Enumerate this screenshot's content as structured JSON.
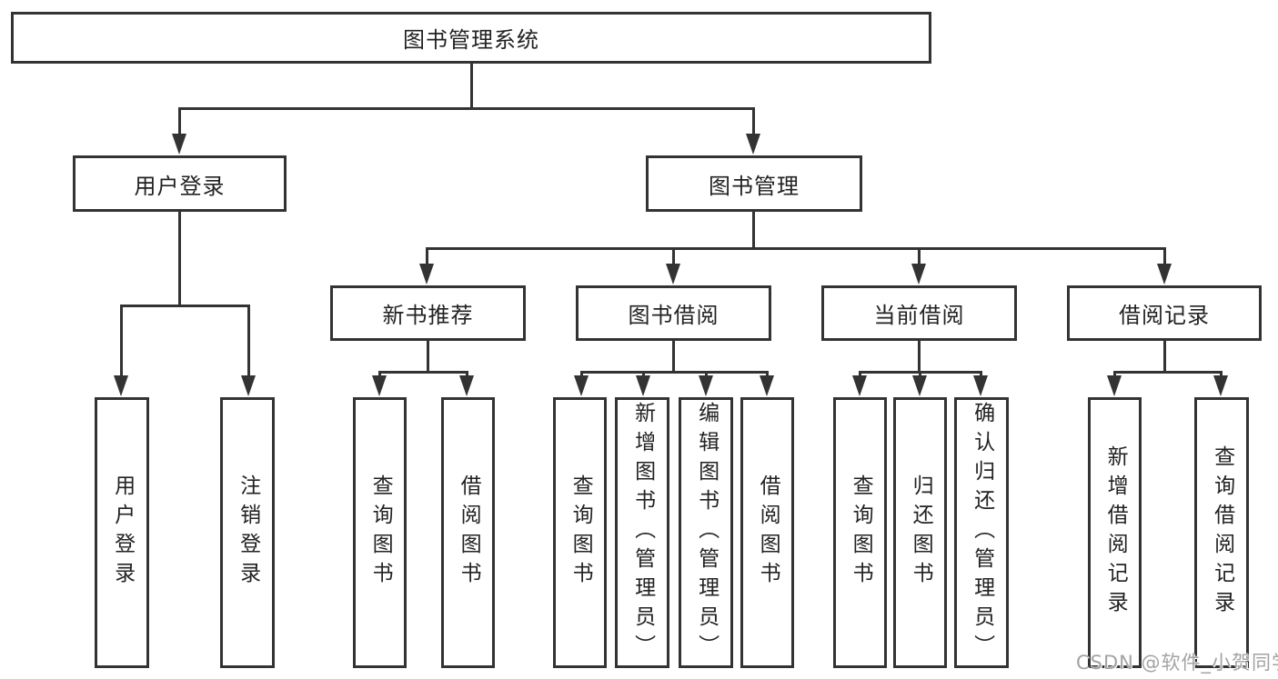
{
  "diagram": {
    "root": {
      "label": "图书管理系统"
    },
    "level2": {
      "user_login": {
        "label": "用户登录"
      },
      "book_mgmt": {
        "label": "图书管理"
      }
    },
    "level3": {
      "new_book": {
        "label": "新书推荐"
      },
      "book_borrow": {
        "label": "图书借阅"
      },
      "current_borrow": {
        "label": "当前借阅"
      },
      "borrow_record": {
        "label": "借阅记录"
      }
    },
    "leaves": {
      "ul_login": {
        "label": "用户登录"
      },
      "ul_logout": {
        "label": "注销登录"
      },
      "nb_query": {
        "label": "查询图书"
      },
      "nb_borrow": {
        "label": "借阅图书"
      },
      "bb_query": {
        "label": "查询图书"
      },
      "bb_add": {
        "label": "新增图书（管理员）"
      },
      "bb_edit": {
        "label": "编辑图书（管理员）"
      },
      "bb_borrow": {
        "label": "借阅图书"
      },
      "cb_query": {
        "label": "查询图书"
      },
      "cb_return": {
        "label": "归还图书"
      },
      "cb_confirm": {
        "label": "确认归还（管理员）"
      },
      "br_add": {
        "label": "新增借阅记录"
      },
      "br_query": {
        "label": "查询借阅记录"
      }
    },
    "hierarchy": [
      {
        "parent": "图书管理系统",
        "children": [
          "用户登录",
          "图书管理"
        ]
      },
      {
        "parent": "用户登录",
        "children": [
          "用户登录",
          "注销登录"
        ]
      },
      {
        "parent": "图书管理",
        "children": [
          "新书推荐",
          "图书借阅",
          "当前借阅",
          "借阅记录"
        ]
      },
      {
        "parent": "新书推荐",
        "children": [
          "查询图书",
          "借阅图书"
        ]
      },
      {
        "parent": "图书借阅",
        "children": [
          "查询图书",
          "新增图书（管理员）",
          "编辑图书（管理员）",
          "借阅图书"
        ]
      },
      {
        "parent": "当前借阅",
        "children": [
          "查询图书",
          "归还图书",
          "确认归还（管理员）"
        ]
      },
      {
        "parent": "借阅记录",
        "children": [
          "新增借阅记录",
          "查询借阅记录"
        ]
      }
    ]
  },
  "watermark": {
    "text": "CSDN @软件_小贺同学"
  },
  "colors": {
    "line": "#333333",
    "text": "#222222",
    "background": "#ffffff",
    "watermark": "#a3a3a3"
  }
}
